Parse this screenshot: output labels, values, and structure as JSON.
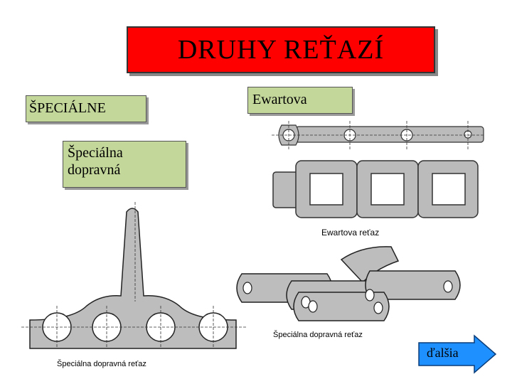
{
  "slide": {
    "title": "DRUHY REŤAZÍ",
    "label_special": "ŠPECIÁLNE",
    "label_ewart": "Ewartova",
    "label_dopravna_line1": "Špeciálna",
    "label_dopravna_line2": "dopravná",
    "caption_ewart": "Ewartova reťaz",
    "caption_special_top": "Špeciálna dopravná reťaz",
    "caption_special_bottom": "Špeciálna dopravná reťaz",
    "next_label": "ďalšia"
  },
  "colors": {
    "title_bg": "#ff0000",
    "label_bg": "#c4d79b",
    "next_button": "#1e90ff"
  },
  "icons": [
    "ewart-chain-drawing",
    "special-conveyor-chain-3d-drawing",
    "special-conveyor-chain-flat-drawing",
    "next-arrow-icon"
  ]
}
